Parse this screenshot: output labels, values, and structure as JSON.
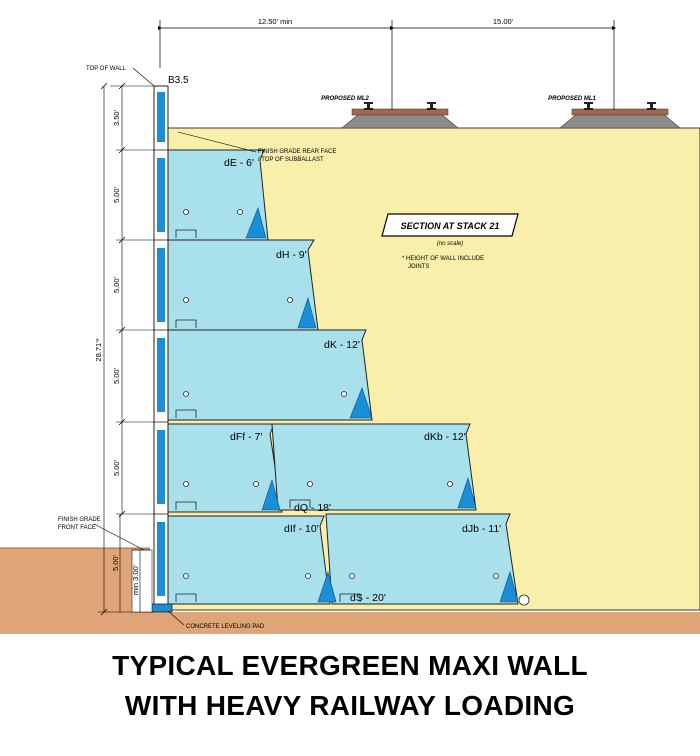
{
  "top_dims": [
    "12.50' min",
    "15.00'"
  ],
  "rails": [
    "PROPOSED ML2",
    "PROPOSED ML1"
  ],
  "top_of_wall_label": "TOP OF WALL",
  "block_id": "B3.5",
  "finish_grade_rear": [
    "FINISH GRADE REAR FACE",
    "/ TOP OF SUBBALLAST"
  ],
  "finish_grade_front": [
    "FINISH GRADE",
    "FRONT FACE"
  ],
  "concrete_pad": "CONCRETE LEVELING PAD",
  "section": {
    "title": "SECTION AT STACK 21",
    "subtitle": "(no scale)"
  },
  "note": [
    "* HEIGHT OF WALL INCLUDE",
    "JOINTS"
  ],
  "left_dims": [
    "3.50'",
    "5.00'",
    "5.00'",
    "5.00'",
    "5.00'"
  ],
  "overall_height": "28.71'*",
  "bottom_dims": [
    "5.00'",
    "min 3.00'"
  ],
  "blocks": {
    "dE": "dE - 6'",
    "dH": "dH - 9'",
    "dK": "dK - 12'",
    "dFf": "dFf - 7'",
    "dKb": "dKb - 12'",
    "dQ": "dQ - 18'",
    "dIf": "dIf - 10'",
    "dJb": "dJb - 11'",
    "dS": "dS - 20'"
  },
  "caption": [
    "TYPICAL EVERGREEN MAXI WALL",
    "WITH HEAVY RAILWAY LOADING"
  ],
  "colors": {
    "soil": "#f9efaa",
    "ground": "#dfa578",
    "block": "#a8e0ec",
    "facing": "#1a8fd8",
    "rail": "#a06a4a"
  }
}
